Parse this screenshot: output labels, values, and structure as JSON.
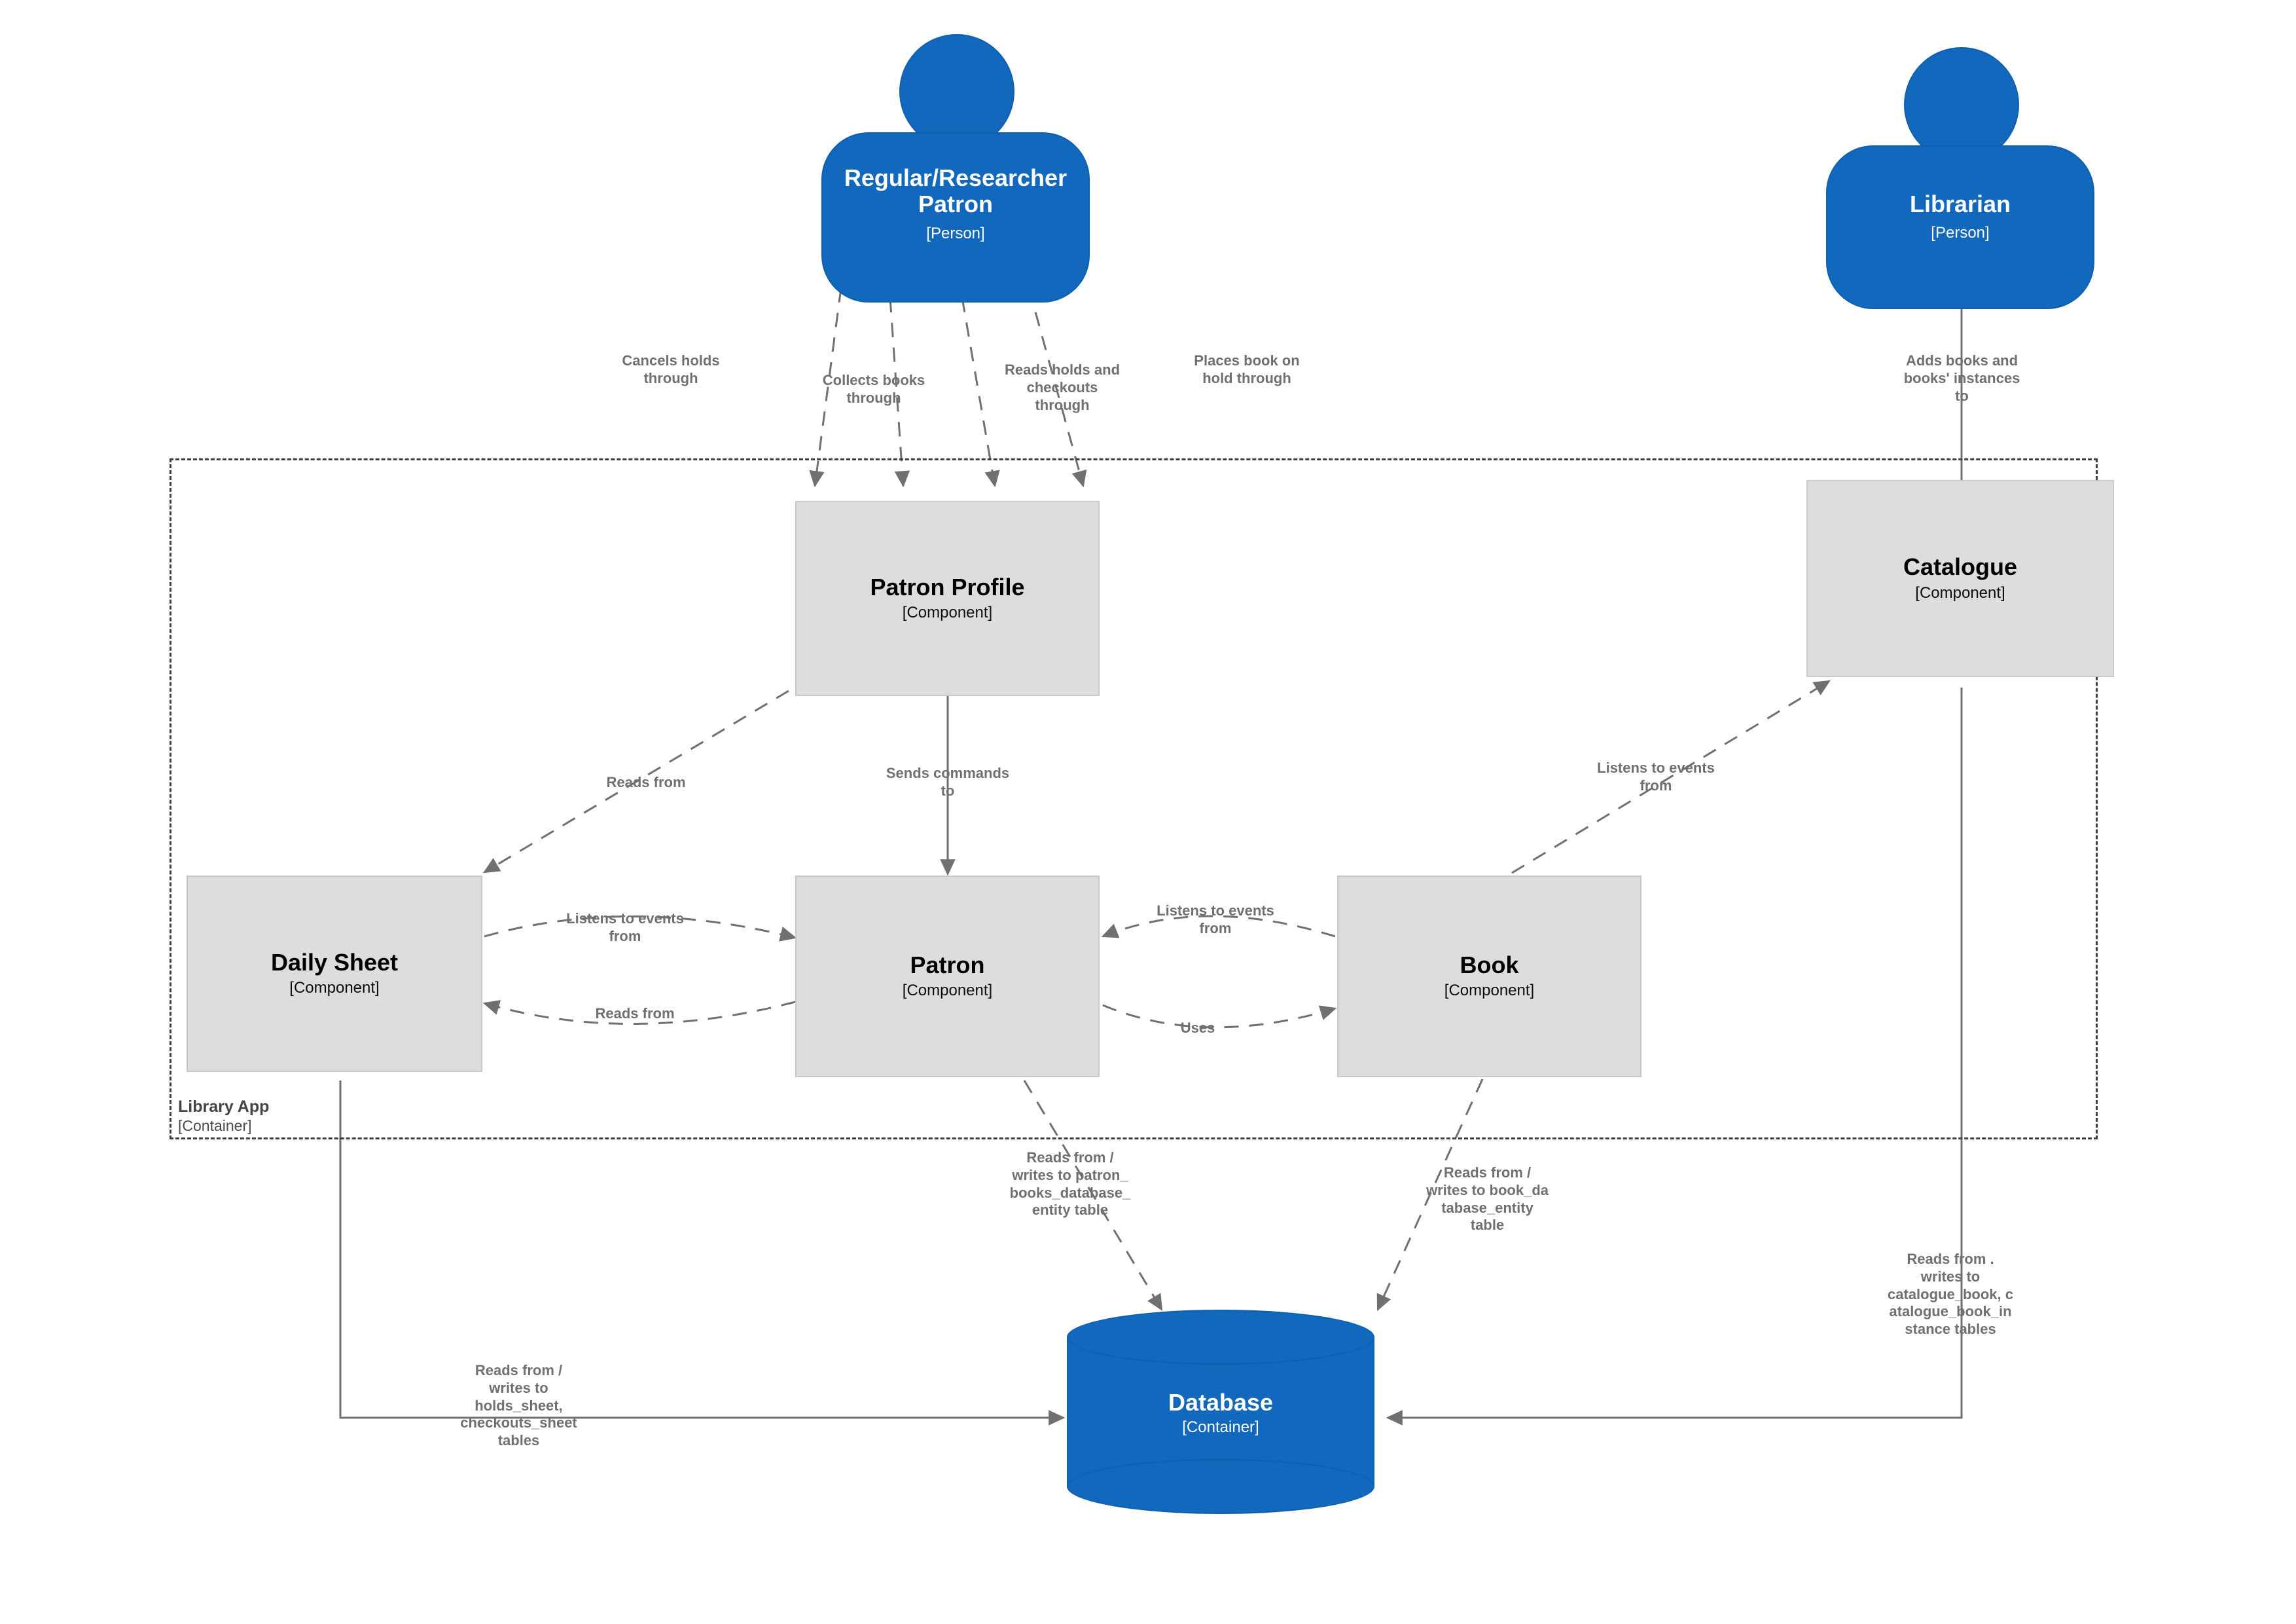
{
  "diagram": {
    "type": "c4-component-diagram",
    "colors": {
      "person_fill": "#1168bd",
      "component_fill": "#dddddd",
      "database_fill": "#1168bd",
      "edge_stroke": "#707070",
      "boundary_stroke": "#3f3f3f",
      "label_text": "#707070"
    }
  },
  "people": [
    {
      "id": "regular-researcher-patron",
      "title": "Regular/Researcher Patron",
      "subtitle": "[Person]"
    },
    {
      "id": "librarian",
      "title": "Librarian",
      "subtitle": "[Person]"
    }
  ],
  "boundary": {
    "title": "Library App",
    "subtitle": "[Container]"
  },
  "components": [
    {
      "id": "patron-profile",
      "title": "Patron Profile",
      "subtitle": "[Component]"
    },
    {
      "id": "catalogue",
      "title": "Catalogue",
      "subtitle": "[Component]"
    },
    {
      "id": "daily-sheet",
      "title": "Daily Sheet",
      "subtitle": "[Component]"
    },
    {
      "id": "patron",
      "title": "Patron",
      "subtitle": "[Component]"
    },
    {
      "id": "book",
      "title": "Book",
      "subtitle": "[Component]"
    }
  ],
  "containers": [
    {
      "id": "database",
      "title": "Database",
      "subtitle": "[Container]"
    }
  ],
  "relationships": [
    {
      "id": "rel-cancels-holds",
      "from": "regular-researcher-patron",
      "to": "patron-profile",
      "label": "Cancels holds\nthrough"
    },
    {
      "id": "rel-collects-books",
      "from": "regular-researcher-patron",
      "to": "patron-profile",
      "label": "Collects books\nthrough"
    },
    {
      "id": "rel-reads-holds",
      "from": "regular-researcher-patron",
      "to": "patron-profile",
      "label": "Reads holds and\ncheckouts\nthrough"
    },
    {
      "id": "rel-places-hold",
      "from": "regular-researcher-patron",
      "to": "patron-profile",
      "label": "Places book on\nhold through"
    },
    {
      "id": "rel-adds-books",
      "from": "librarian",
      "to": "catalogue",
      "label": "Adds books and\nbooks' instances\nto"
    },
    {
      "id": "rel-profile-dailysheet",
      "from": "patron-profile",
      "to": "daily-sheet",
      "label": "Reads from"
    },
    {
      "id": "rel-profile-patron",
      "from": "patron-profile",
      "to": "patron",
      "label": "Sends commands\nto"
    },
    {
      "id": "rel-dailysheet-patron",
      "from": "daily-sheet",
      "to": "patron",
      "label": "Listens to events\nfrom"
    },
    {
      "id": "rel-patron-dailysheet",
      "from": "patron",
      "to": "daily-sheet",
      "label": "Reads from"
    },
    {
      "id": "rel-book-patron",
      "from": "book",
      "to": "patron",
      "label": "Listens to events\nfrom"
    },
    {
      "id": "rel-patron-book",
      "from": "patron",
      "to": "book",
      "label": "Uses"
    },
    {
      "id": "rel-book-catalogue",
      "from": "book",
      "to": "catalogue",
      "label": "Listens to events\nfrom"
    },
    {
      "id": "rel-patron-db",
      "from": "patron",
      "to": "database",
      "label": "Reads from /\nwrites to patron_\nbooks_database_\nentity table"
    },
    {
      "id": "rel-book-db",
      "from": "book",
      "to": "database",
      "label": "Reads from /\nwrites to book_da\ntabase_entity\ntable"
    },
    {
      "id": "rel-catalogue-db",
      "from": "catalogue",
      "to": "database",
      "label": "Reads from .\nwrites to\ncatalogue_book, c\natalogue_book_in\nstance tables"
    },
    {
      "id": "rel-dailysheet-db",
      "from": "daily-sheet",
      "to": "database",
      "label": "Reads from /\nwrites to\nholds_sheet,\ncheckouts_sheet\ntables"
    }
  ]
}
